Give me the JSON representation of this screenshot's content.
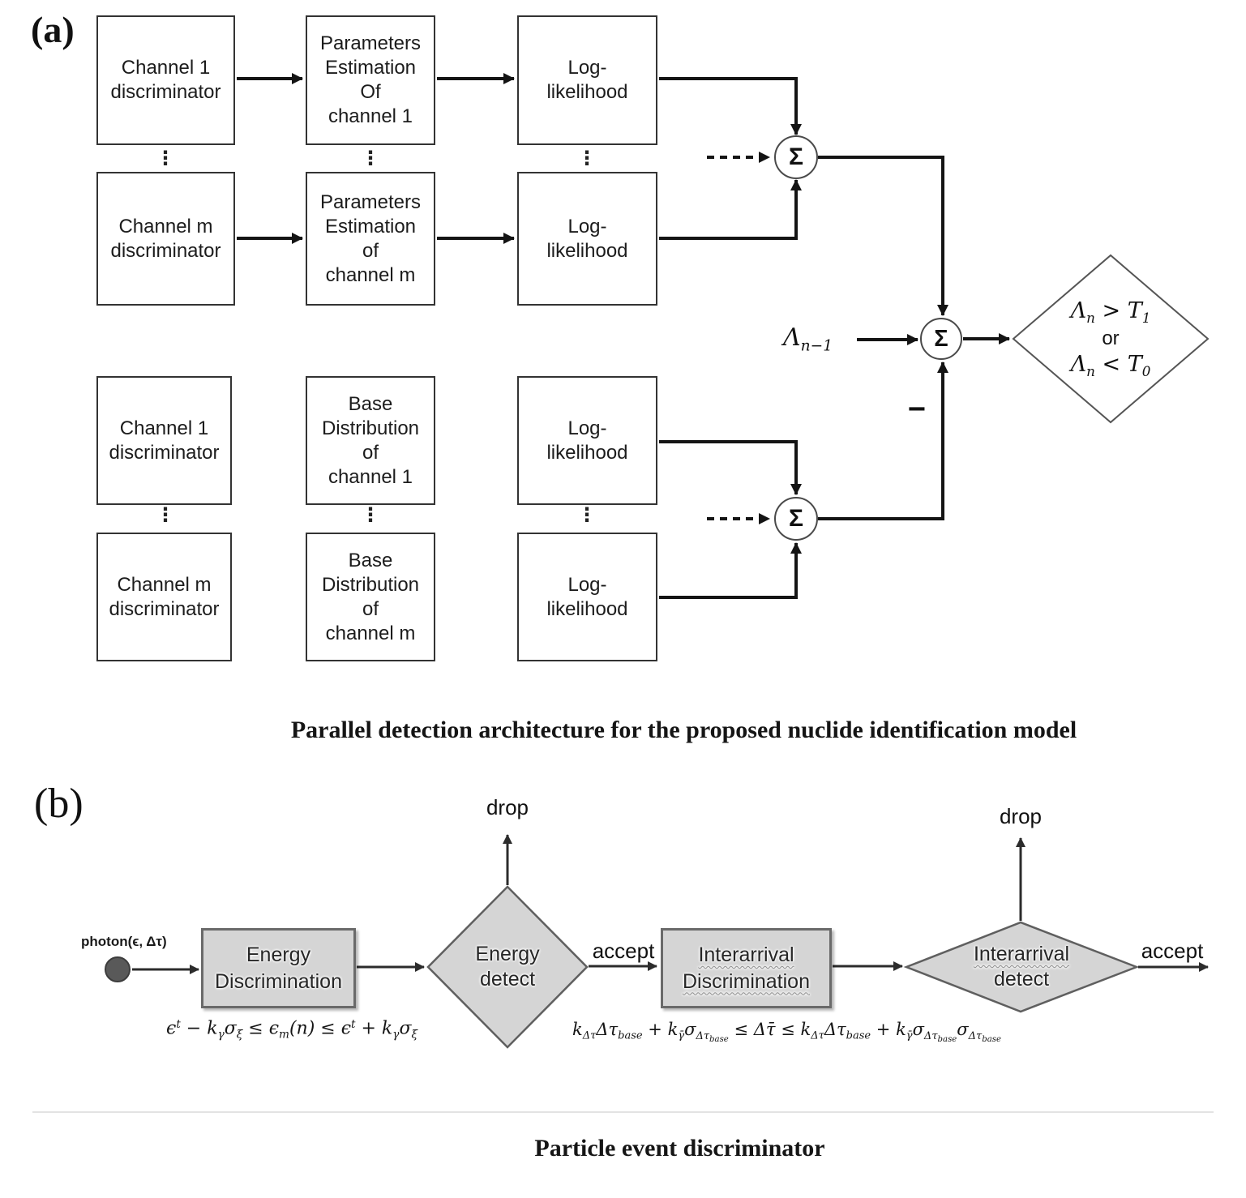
{
  "panel_a": {
    "label": "(a)",
    "caption": "Parallel detection architecture for the proposed nuclide identification model",
    "sigma": "Σ",
    "ellipsis": "⋮",
    "minus": "−",
    "top_group": {
      "row1": {
        "box1": "Channel 1\ndiscriminator",
        "box2": "Parameters\nEstimation\nOf\nchannel 1",
        "box3": "Log-\nlikelihood"
      },
      "row2": {
        "box1": "Channel m\ndiscriminator",
        "box2": "Parameters\nEstimation\nof\nchannel m",
        "box3": "Log-\nlikelihood"
      }
    },
    "bottom_group": {
      "row1": {
        "box1": "Channel 1\ndiscriminator",
        "box2": "Base\nDistribution\nof\nchannel 1",
        "box3": "Log-\nlikelihood"
      },
      "row2": {
        "box1": "Channel m\ndiscriminator",
        "box2": "Base\nDistribution\nof\nchannel m",
        "box3": "Log-\nlikelihood"
      }
    },
    "lambda_prev": {
      "base": "Λ",
      "sub": "n−1"
    },
    "decision": {
      "l1a": "Λ",
      "l1asub": "n",
      "l1b": " > T",
      "l1bsub": "1",
      "or": "or",
      "l2a": "Λ",
      "l2asub": "n",
      "l2b": " < T",
      "l2bsub": "0"
    }
  },
  "panel_b": {
    "label": "(b)",
    "caption": "Particle event discriminator",
    "photon_label": "photon(ϵ, Δτ)",
    "drop_energy": "drop",
    "drop_interarrival": "drop",
    "accept_energy": "accept",
    "accept_interarrival": "accept",
    "energy_box": "Energy\nDiscrimination",
    "energy_diamond": "Energy\ndetect",
    "interarrival_box_line1": "Interarrival",
    "interarrival_box_line2": "Discrimination",
    "interarrival_diamond_line1": "Interarrival",
    "interarrival_diamond_line2": "detect",
    "formula_energy": {
      "a": "ϵ",
      "a_sup": "t",
      "b": " − k",
      "b_sub": "γ",
      "c": "σ",
      "c_sub": "ξ",
      "d": " ≤ ϵ",
      "d_sub": "m",
      "e": "(n) ≤ ϵ",
      "e_sup": "t",
      "f": " + k",
      "f_sub": "γ",
      "g": "σ",
      "g_sub": "ξ"
    },
    "formula_interarrival": {
      "k1": "k",
      "k1s": "Δτ",
      "t1": "Δτ",
      "t1s": "base",
      "p1": " + ",
      "k2": "k",
      "k2s": "γ̄",
      "s1": "σ",
      "s1s": "Δτ",
      "s1ss": "base",
      "mid": " ≤ Δτ̄ ≤ ",
      "k3": "k",
      "k3s": "Δτ",
      "t2": "Δτ",
      "t2s": "base",
      "p2": " + ",
      "k4": "k",
      "k4s": "γ̄",
      "s2": "σ",
      "s2s": "Δτ",
      "s2ss": "base",
      "s3": "σ",
      "s3s": "Δτ",
      "s3ss": "base"
    }
  },
  "styles": {
    "line_color": "#141414",
    "box_border": "#333333",
    "gray_fill": "#d5d5d5",
    "gray_stroke": "#666666",
    "photon_fill": "#595959",
    "divider": "#e3e3e3"
  }
}
